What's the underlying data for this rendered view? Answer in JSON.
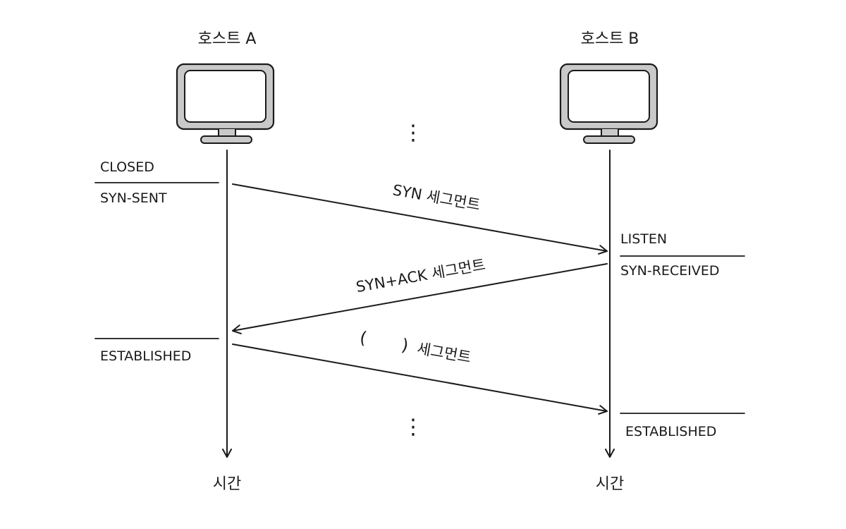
{
  "host_a": {
    "label": "호스트 A",
    "time_label": "시간"
  },
  "host_b": {
    "label": "호스트 B",
    "time_label": "시간"
  },
  "states_a": {
    "closed": "CLOSED",
    "syn_sent": "SYN-SENT",
    "established": "ESTABLISHED"
  },
  "states_b": {
    "listen": "LISTEN",
    "syn_received": "SYN-RECEIVED",
    "established": "ESTABLISHED"
  },
  "messages": {
    "syn": "SYN 세그먼트",
    "syn_ack": "SYN+ACK 세그먼트",
    "blank_open": "(",
    "blank_close": ")",
    "third": "세그먼트"
  },
  "continuation_mark": "⋮",
  "colors": {
    "stroke": "#1a1a1a",
    "monitor_fill": "#c9c9c9",
    "screen_fill": "#ffffff"
  }
}
